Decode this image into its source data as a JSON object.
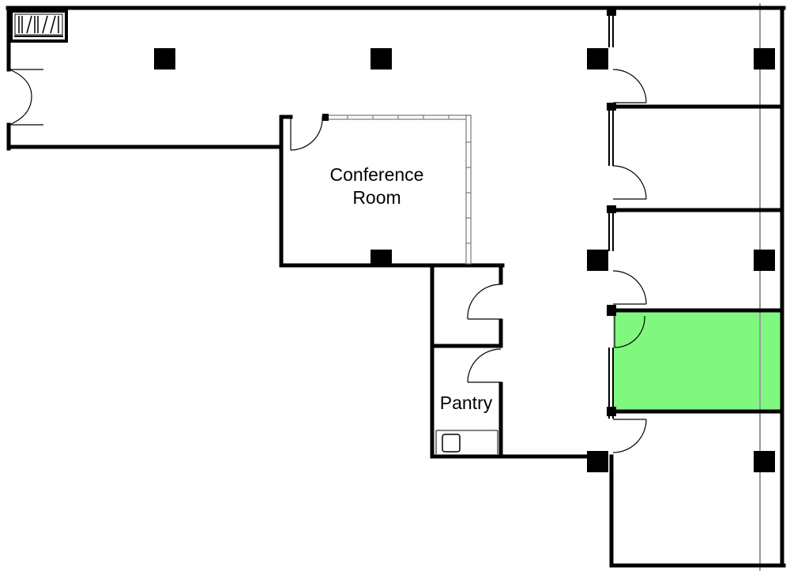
{
  "rooms": {
    "conference": {
      "line1": "Conference",
      "line2": "Room"
    },
    "pantry": {
      "label": "Pantry"
    }
  },
  "highlight": {
    "color": "#80f880",
    "border": "#000000"
  }
}
